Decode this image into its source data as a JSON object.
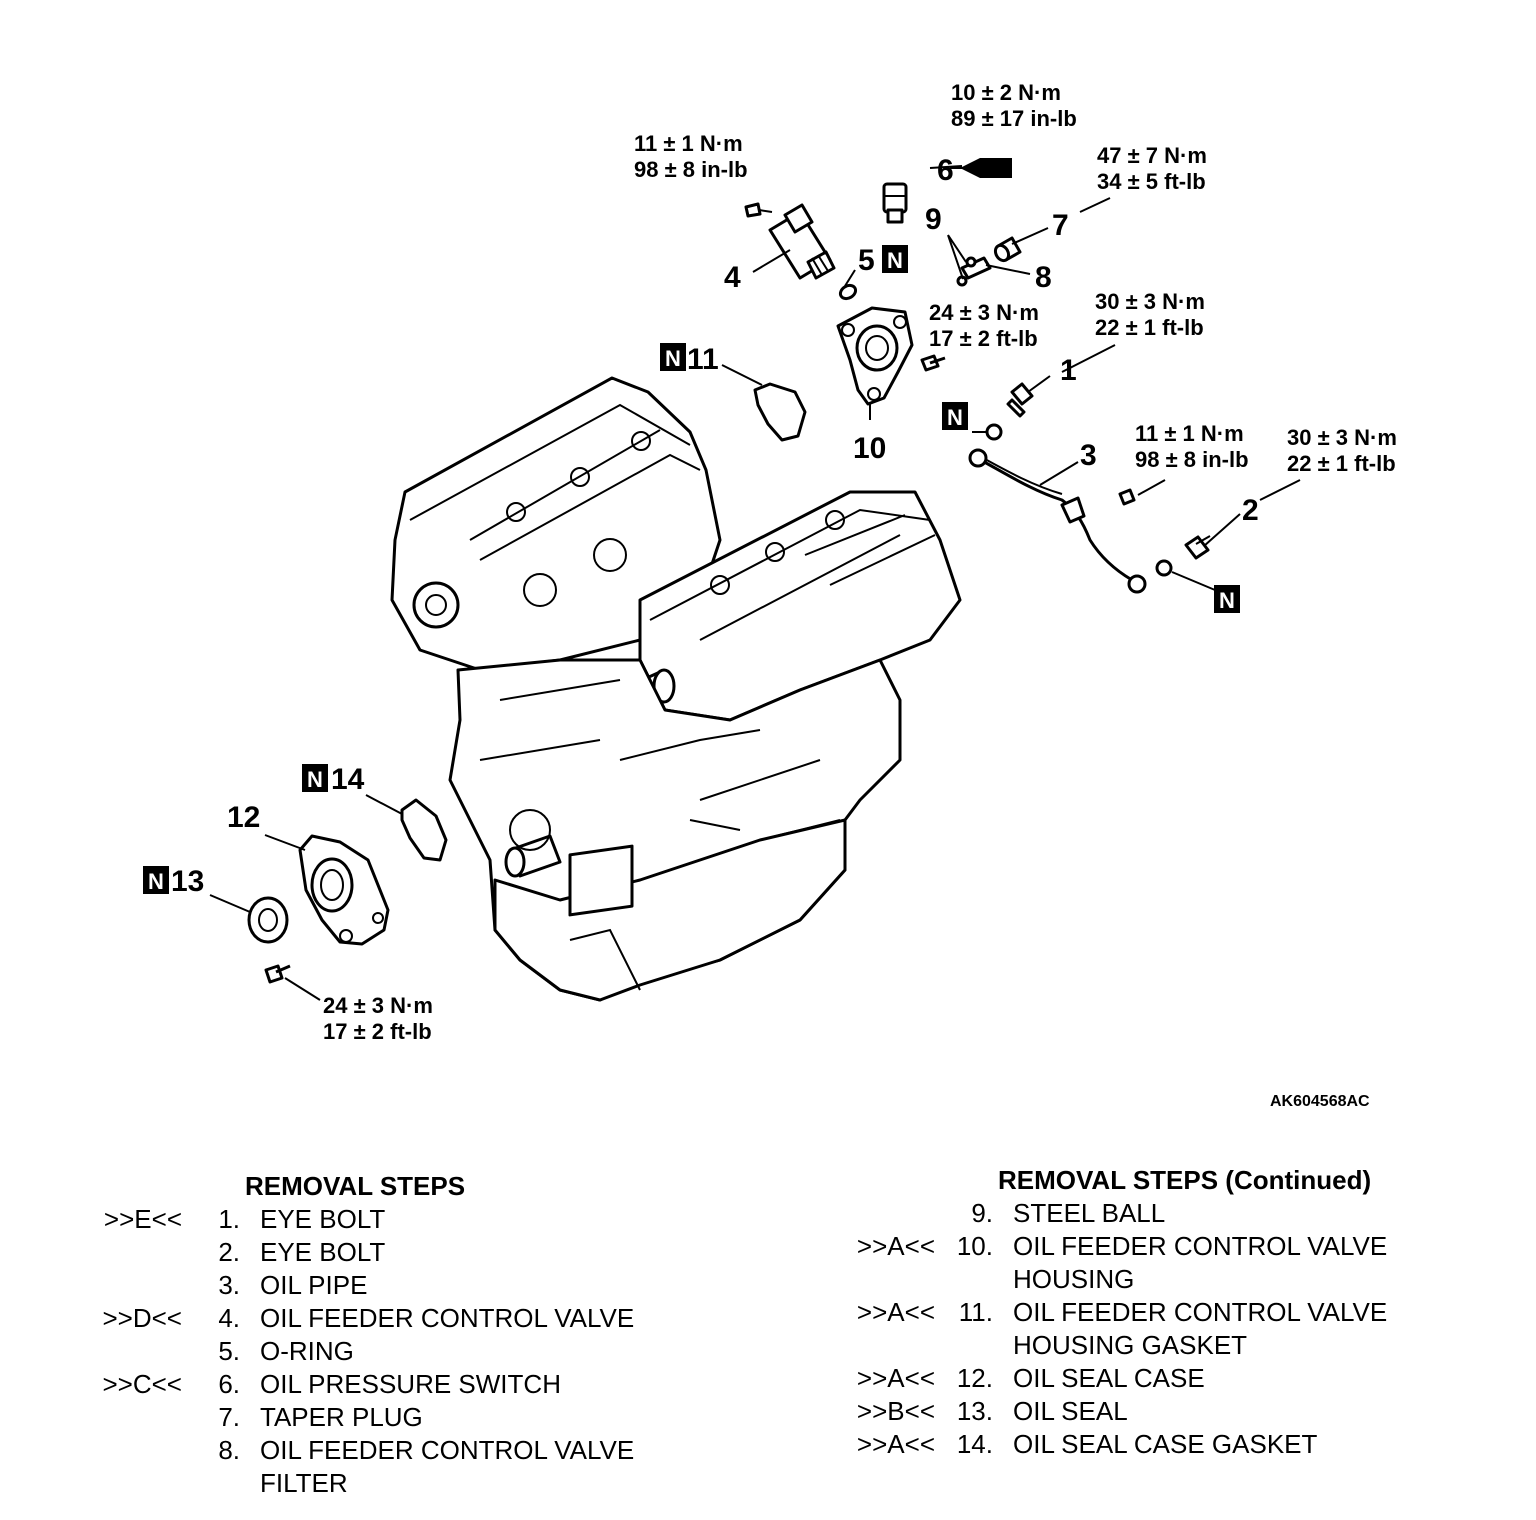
{
  "figure_id": "AK604568AC",
  "new_part_mark": "N",
  "torque_specs": {
    "t_valve_bolt": [
      "11 ± 1 N·m",
      "98 ± 8 in-lb"
    ],
    "t_switch": [
      "10 ± 2 N·m",
      "89 ± 17 in-lb"
    ],
    "t_taper_plug": [
      "47 ± 7 N·m",
      "34 ± 5 ft-lb"
    ],
    "t_housing_bolt": [
      "24 ± 3 N·m",
      "17 ± 2 ft-lb"
    ],
    "t_eye_bolt_1": [
      "30 ± 3 N·m",
      "22 ± 1 ft-lb"
    ],
    "t_pipe_bolt": [
      "11 ± 1 N·m",
      "98 ± 8 in-lb"
    ],
    "t_eye_bolt_2": [
      "30 ± 3 N·m",
      "22 ± 1 ft-lb"
    ],
    "t_seal_case": [
      "24 ± 3 N·m",
      "17 ± 2 ft-lb"
    ]
  },
  "callouts": {
    "c1": "1",
    "c2": "2",
    "c3": "3",
    "c4": "4",
    "c5": "5",
    "c6": "6",
    "c7": "7",
    "c8": "8",
    "c9": "9",
    "c10": "10",
    "c11": "11",
    "c12": "12",
    "c13": "13",
    "c14": "14"
  },
  "removal_steps": {
    "heading": "REMOVAL STEPS",
    "steps": [
      {
        "mark": ">>E<<",
        "num": "1.",
        "label": "EYE BOLT"
      },
      {
        "mark": "",
        "num": "2.",
        "label": "EYE BOLT"
      },
      {
        "mark": "",
        "num": "3.",
        "label": "OIL PIPE"
      },
      {
        "mark": ">>D<<",
        "num": "4.",
        "label": "OIL FEEDER CONTROL VALVE"
      },
      {
        "mark": "",
        "num": "5.",
        "label": "O-RING"
      },
      {
        "mark": ">>C<<",
        "num": "6.",
        "label": "OIL PRESSURE SWITCH"
      },
      {
        "mark": "",
        "num": "7.",
        "label": "TAPER PLUG"
      },
      {
        "mark": "",
        "num": "8.",
        "label": "OIL FEEDER CONTROL VALVE FILTER"
      }
    ]
  },
  "removal_steps_continued": {
    "heading": "REMOVAL STEPS (Continued)",
    "steps": [
      {
        "mark": "",
        "num": "9.",
        "label": "STEEL BALL"
      },
      {
        "mark": ">>A<<",
        "num": "10.",
        "label": "OIL FEEDER CONTROL VALVE HOUSING"
      },
      {
        "mark": ">>A<<",
        "num": "11.",
        "label": "OIL FEEDER CONTROL VALVE HOUSING GASKET"
      },
      {
        "mark": ">>A<<",
        "num": "12.",
        "label": "OIL SEAL CASE"
      },
      {
        "mark": ">>B<<",
        "num": "13.",
        "label": "OIL SEAL"
      },
      {
        "mark": ">>A<<",
        "num": "14.",
        "label": "OIL SEAL CASE GASKET"
      }
    ]
  }
}
